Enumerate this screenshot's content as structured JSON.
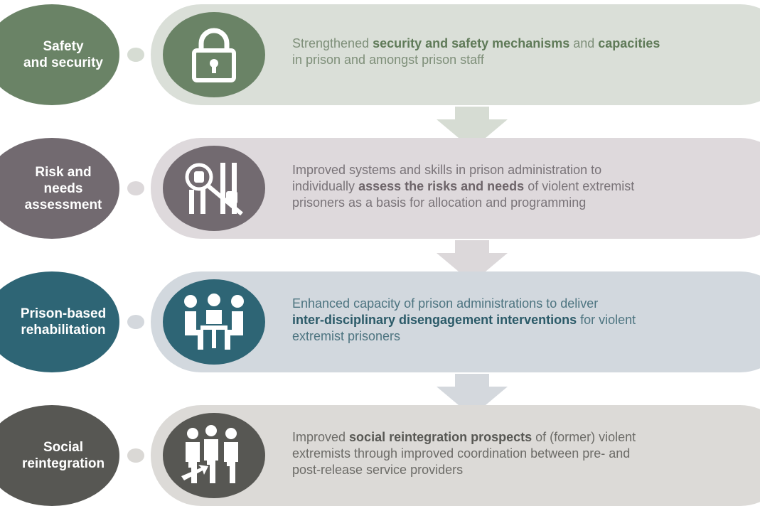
{
  "rows": [
    {
      "label": "Safety\nand security",
      "icon": "padlock-icon",
      "desc_parts": [
        {
          "text": "Strengthened ",
          "bold": false
        },
        {
          "text": "security and safety mechanisms",
          "bold": true
        },
        {
          "text": " and ",
          "bold": false
        },
        {
          "text": "capacities",
          "bold": true
        },
        {
          "text": "\nin prison and amongst prison staff",
          "bold": false
        }
      ],
      "colors": {
        "circle": "#6a8366",
        "pill": "#dadfd8",
        "dot": "#d6dcd3",
        "text": "#7e8f79",
        "bold": "#5f7a58"
      }
    },
    {
      "label": "Risk and\nneeds\nassessment",
      "icon": "magnifier-prison-bars-icon",
      "desc_parts": [
        {
          "text": "Improved systems and skills in prison administration to\nindividually ",
          "bold": false
        },
        {
          "text": "assess the risks and needs",
          "bold": true
        },
        {
          "text": " of violent extremist\nprisoners as a basis for allocation and programming",
          "bold": false
        }
      ],
      "colors": {
        "circle": "#726a70",
        "pill": "#ded9dc",
        "dot": "#dcd8da",
        "text": "#797378",
        "bold": "#6d6469"
      }
    },
    {
      "label": "Prison-based\nrehabilitation",
      "icon": "meeting-group-icon",
      "desc_parts": [
        {
          "text": "Enhanced capacity of prison administrations to deliver\n",
          "bold": false
        },
        {
          "text": "inter-disciplinary disengagement interventions",
          "bold": true
        },
        {
          "text": " for violent\nextremist prisoners",
          "bold": false
        }
      ],
      "colors": {
        "circle": "#2e6575",
        "pill": "#d2d8de",
        "dot": "#d4d8dd",
        "text": "#4d7480",
        "bold": "#2b5a68"
      }
    },
    {
      "label": "Social\nreintegration",
      "icon": "community-people-icon",
      "desc_parts": [
        {
          "text": "Improved ",
          "bold": false
        },
        {
          "text": "social reintegration prospects",
          "bold": true
        },
        {
          "text": " of (former) violent\nextremists through improved coordination between pre- and\npost-release service providers",
          "bold": false
        }
      ],
      "colors": {
        "circle": "#575753",
        "pill": "#dcdad7",
        "dot": "#dad8d5",
        "text": "#6c6b67",
        "bold": "#575753"
      }
    }
  ],
  "arrow_colors": [
    "#d6dcd3",
    "#dcd8da",
    "#d4d8dd"
  ]
}
